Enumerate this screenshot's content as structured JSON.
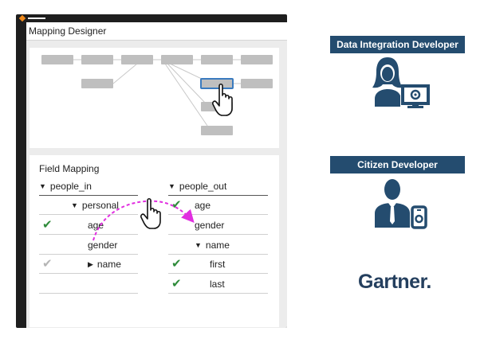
{
  "window": {
    "title": "Mapping Designer"
  },
  "field_mapping": {
    "title": "Field Mapping",
    "left_tree": [
      {
        "label": "people_in",
        "kind": "head",
        "check": "none"
      },
      {
        "label": "personal",
        "kind": "group",
        "check": "none"
      },
      {
        "label": "age",
        "kind": "leaf",
        "check": "green"
      },
      {
        "label": "gender",
        "kind": "leaf",
        "check": "none"
      },
      {
        "label": "name",
        "kind": "collapsed",
        "check": "gray"
      },
      {
        "label": "",
        "kind": "blank",
        "check": "none"
      }
    ],
    "right_tree": [
      {
        "label": "people_out",
        "kind": "head",
        "check": "none"
      },
      {
        "label": "age",
        "kind": "leaf",
        "check": "green"
      },
      {
        "label": "gender",
        "kind": "leaf",
        "check": "none"
      },
      {
        "label": "name",
        "kind": "group",
        "check": "none"
      },
      {
        "label": "first",
        "kind": "leaf",
        "check": "green"
      },
      {
        "label": "last",
        "kind": "leaf",
        "check": "green"
      }
    ]
  },
  "roles": [
    {
      "label": "Data Integration Developer",
      "icon": "female-developer-icon"
    },
    {
      "label": "Citizen Developer",
      "icon": "businessman-icon"
    }
  ],
  "brand": {
    "name": "Gartner.",
    "color": "#243f5e"
  },
  "colors": {
    "node": "#bfbfbf",
    "node_selected_border": "#3a7bbf",
    "mapping_arrow": "#e12ee0",
    "role_box": "#244c6f",
    "check": "#2e8b3a"
  }
}
